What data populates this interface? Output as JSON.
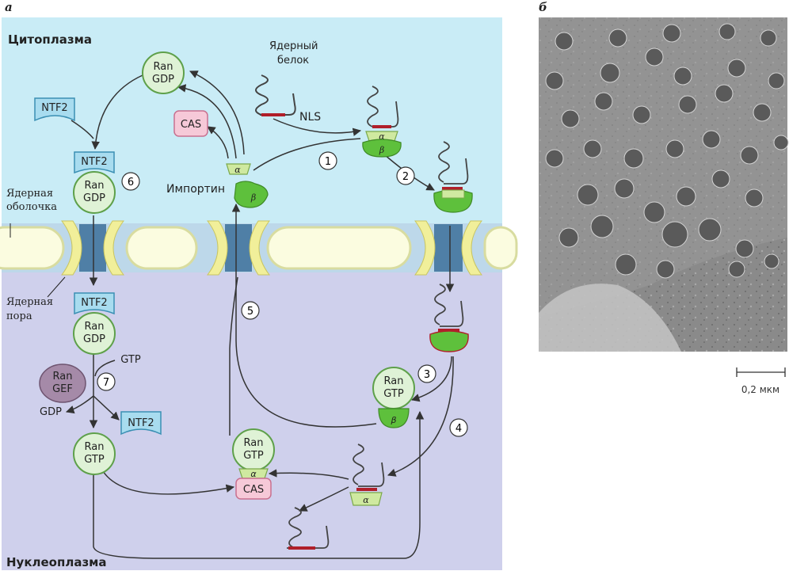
{
  "panel_a": {
    "label": "а",
    "regions": {
      "cytoplasm": "Цитоплазма",
      "nucleoplasm": "Нуклеоплазма"
    },
    "labels": {
      "nuclear_protein_line1": "Ядерный",
      "nuclear_protein_line2": "белок",
      "nls": "NLS",
      "importin": "Импортин",
      "envelope_line1": "Ядерная",
      "envelope_line2": "оболочка",
      "pore_line1": "Ядерная",
      "pore_line2": "пора",
      "gtp": "GTP",
      "gdp": "GDP",
      "alpha": "α",
      "beta": "β"
    },
    "molecules": {
      "ran": "Ran",
      "gdp": "GDP",
      "gtp": "GTP",
      "ntf2": "NTF2",
      "cas": "CAS",
      "gef": "GEF"
    },
    "steps": [
      "1",
      "2",
      "3",
      "4",
      "5",
      "6",
      "7"
    ]
  },
  "panel_b": {
    "label": "б",
    "scale_bar": "0,2 мкм"
  },
  "colors": {
    "cytoplasm_bg": "#c9ecf6",
    "nucleus_bg": "#cfd0ec",
    "membrane": "#fbfce0",
    "membrane_edge": "#d8dca0",
    "pore_complex": "#f1ef9a",
    "pore_channel": "#4f7fa6",
    "ran_fill": "#dff2d6",
    "ran_stroke": "#5ea04a",
    "ntf2_fill": "#a8dcef",
    "cas_fill": "#f6c9d8",
    "gef_fill": "#a58aa8",
    "importin_fill": "#5ec03c",
    "alpha_fill": "#cfe9a0",
    "protein_red": "#b01f2a",
    "arrow": "#333333"
  }
}
